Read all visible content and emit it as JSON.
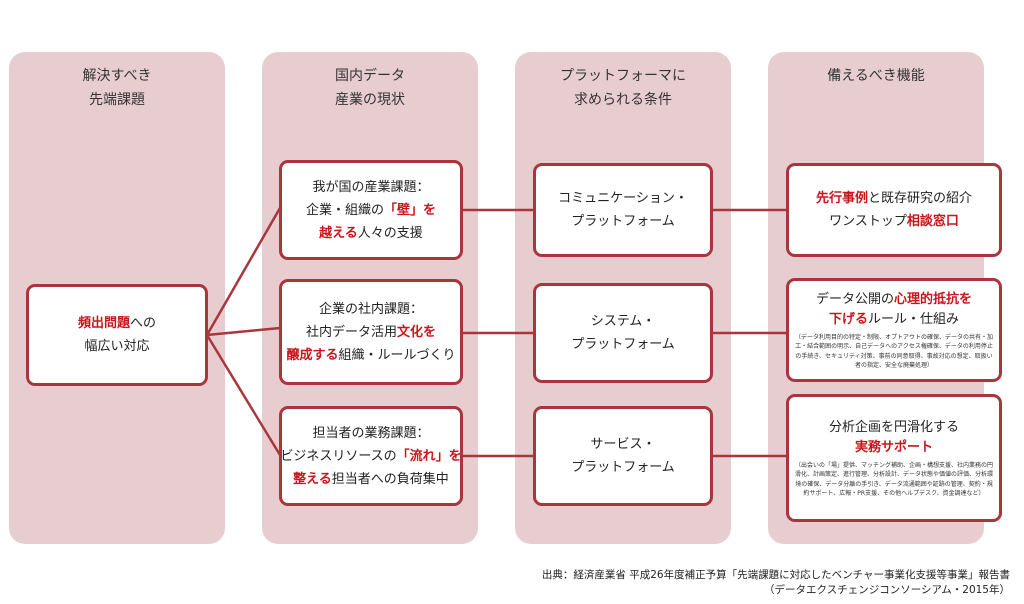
{
  "columns": [
    {
      "title": [
        "解決すべき",
        "先端課題"
      ]
    },
    {
      "title": [
        "国内データ",
        "産業の現状"
      ]
    },
    {
      "title": [
        "プラットフォーマに",
        "求められる条件"
      ]
    },
    {
      "title": [
        "備えるべき機能"
      ]
    }
  ],
  "root_box": {
    "l1_a": "頻出問題",
    "l1_b": "への",
    "l2": "幅広い対応"
  },
  "issues": [
    {
      "l1": "我が国の産業課題：",
      "l2_a": "企業・組織の",
      "l2_b": "「壁」を",
      "l3_a": "越える",
      "l3_b": "人々の支援"
    },
    {
      "l1": "企業の社内課題：",
      "l2_a": "社内データ活用",
      "l2_b": "文化を",
      "l3_a": "醸成する",
      "l3_b": "組織・ルールづくり"
    },
    {
      "l1": "担当者の業務課題：",
      "l2_a": "ビジネスリソースの",
      "l2_b": "「流れ」を",
      "l3_a": "整える",
      "l3_b": "担当者への負荷集中"
    }
  ],
  "platforms": [
    {
      "l1": "コミュニケーション・",
      "l2": "プラットフォーム"
    },
    {
      "l1": "システム・",
      "l2": "プラットフォーム"
    },
    {
      "l1": "サービス・",
      "l2": "プラットフォーム"
    }
  ],
  "functions": [
    {
      "l1_a": "先行事例",
      "l1_b": "と既存研究の紹介",
      "l2_a": "ワンストップ",
      "l2_b": "相談窓口"
    },
    {
      "l1_a": "データ公開の",
      "l1_b": "心理的抵抗を",
      "l2_a": "下げる",
      "l2_b": "ルール・仕組み",
      "detail": "（データ利用目的の特定・制限、オプトアウトの確保、データの共有・加工・結合範囲の明示、自己データへのアクセス権確保、データの利用停止の手続き、セキュリティ対策、事前の同意取得、事故対応の想定、取扱い者の指定、安全な廃棄処理）"
    },
    {
      "l1": "分析企画を円滑化する",
      "l2": "実務サポート",
      "detail": "（出会いの「場」提供、マッチング補助、企画・構想支援、社内業務の円滑化、計画策定、進行管理、分析設計、データ状態や価値の評価、分析環境の確保、データ分離の手引き、データ流通範囲や証跡の管理、契約・規約サポート、広報・PR支援、その他ヘルプデスク、資金調達など）"
    }
  ],
  "source": {
    "line1": "出典：経済産業省 平成26年度補正予算「先端課題に対応したベンチャー事業化支援等事業」報告書",
    "line2": "（データエクスチェンジコンソーシアム・2015年）"
  },
  "colors": {
    "column_bg": "#e8cdd0",
    "border": "#a8363c",
    "highlight": "#c8161d"
  }
}
